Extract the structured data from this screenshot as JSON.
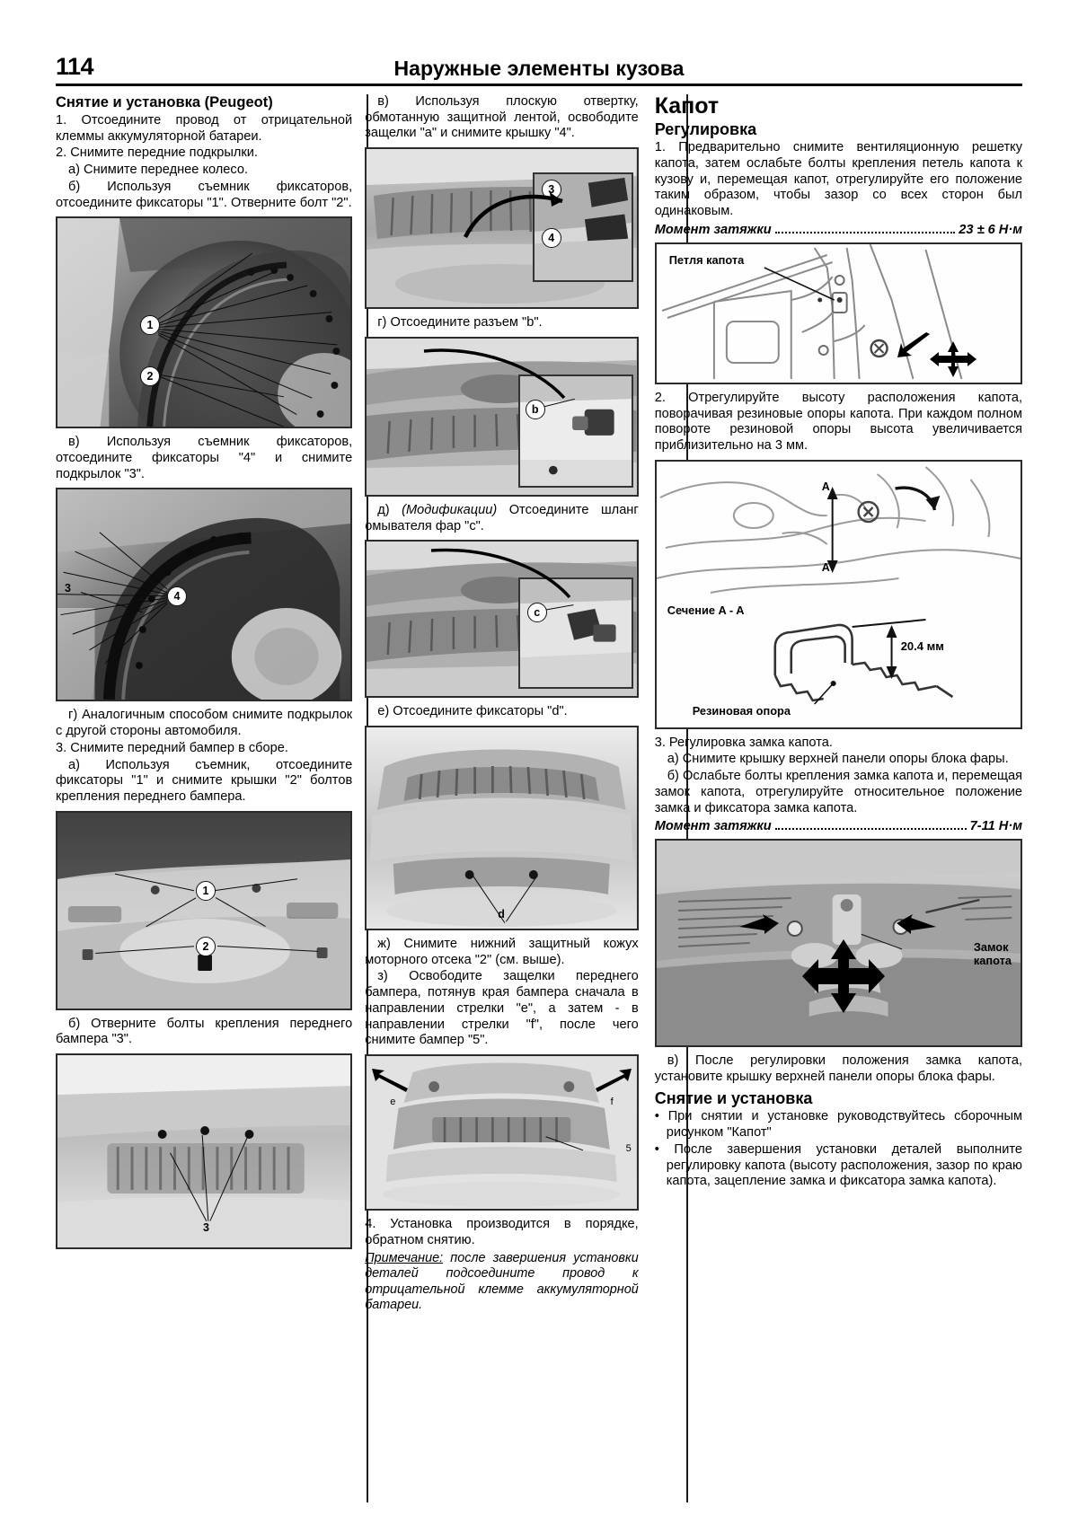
{
  "header": {
    "page_number": "114",
    "title": "Наружные элементы кузова"
  },
  "col1": {
    "heading": "Снятие и установка (Peugeot)",
    "p1": "1. Отсоедините провод от отрицательной клеммы аккумуляторной батареи.",
    "p2": "2. Снимите передние подкрылки.",
    "p3": "а) Снимите переднее колесо.",
    "p4": "б) Используя съемник фиксаторов, отсоедините фиксаторы \"1\". Отверните болт \"2\".",
    "fig1_labels": {
      "n1": "1",
      "n2": "2"
    },
    "p5": "в) Используя съемник фиксаторов, отсоедините фиксаторы \"4\" и снимите подкрылок \"3\".",
    "fig2_labels": {
      "n3": "3",
      "n4": "4"
    },
    "p6": "г) Аналогичным способом снимите подкрылок с другой стороны автомобиля.",
    "p7": "3. Снимите передний бампер в сборе.",
    "p8": "а) Используя съемник, отсоедините фиксаторы \"1\" и снимите крышки \"2\" болтов крепления переднего бампера.",
    "fig3_labels": {
      "n1": "1",
      "n2": "2"
    },
    "p9": "б) Отверните болты крепления переднего бампера \"3\".",
    "fig4_labels": {
      "n3": "3"
    }
  },
  "col2": {
    "p1": "в) Используя плоскую отвертку, обмотанную защитной лентой, освободите защелки \"a\" и снимите крышку \"4\".",
    "fig1_labels": {
      "n3": "3",
      "n4": "4"
    },
    "p2": "г) Отсоедините разъем \"b\".",
    "fig2_labels": {
      "b": "b"
    },
    "p3_lead": "д)",
    "p3_em": "(Модификации)",
    "p3": "Отсоедините шланг омывателя фар \"c\".",
    "fig3_labels": {
      "c": "c"
    },
    "p4": "е) Отсоедините фиксаторы \"d\".",
    "fig4_labels": {
      "d": "d"
    },
    "p5": "ж) Снимите нижний защитный кожух моторного отсека \"2\" (см. выше).",
    "p6": "з) Освободите защелки переднего бампера, потянув края бампера сначала в направлении стрелки \"e\", а затем - в направлении стрелки \"f\", после чего снимите бампер \"5\".",
    "fig5_labels": {
      "e": "e",
      "f": "f",
      "n5": "5"
    },
    "p7": "4. Установка производится в порядке, обратном снятию.",
    "note_lead": "Примечание:",
    "note": " после завершения установки деталей подсоедините провод к отрицательной клемме аккумуляторной батареи."
  },
  "col3": {
    "title": "Капот",
    "sub1": "Регулировка",
    "p1": "1. Предварительно снимите вентиляционную решетку капота, затем ослабьте болты крепления петель капота к кузову и, перемещая капот, отрегулируйте его положение таким образом, чтобы зазор со всех сторон был одинаковым.",
    "torque1_label": "Момент затяжки",
    "torque1_value": "23 ± 6 Н·м",
    "fig1_caption": "Петля капота",
    "p2": "2. Отрегулируйте высоту расположения капота, поворачивая резиновые опоры капота. При каждом полном повороте резиновой опоры высота увеличивается приблизительно на 3 мм.",
    "fig2_label_aa_top": "A",
    "fig2_label_aa_bottom": "A",
    "fig2_section_caption": "Сечение A - A",
    "fig2_dimension": "20.4 мм",
    "fig2_support_caption": "Резиновая опора",
    "p3": "3. Регулировка замка капота.",
    "p4": "а) Снимите крышку верхней панели опоры блока фары.",
    "p5": "б) Ослабьте болты крепления замка капота и, перемещая замок капота, отрегулируйте относительное положение замка и фиксатора замка капота.",
    "torque2_label": "Момент затяжки",
    "torque2_value": "7-11 Н·м",
    "fig3_caption_line1": "Замок",
    "fig3_caption_line2": "капота",
    "p6": "в) После регулировки положения замка капота, установите крышку верхней панели опоры блока фары.",
    "sub2": "Снятие и установка",
    "b1": "• При снятии и установке руководствуйтесь сборочным рисунком \"Капот\"",
    "b2": "• После завершения установки деталей выполните регулировку капота (высоту расположения, зазор по краю капота, зацепление замка и фиксатора замка капота)."
  }
}
